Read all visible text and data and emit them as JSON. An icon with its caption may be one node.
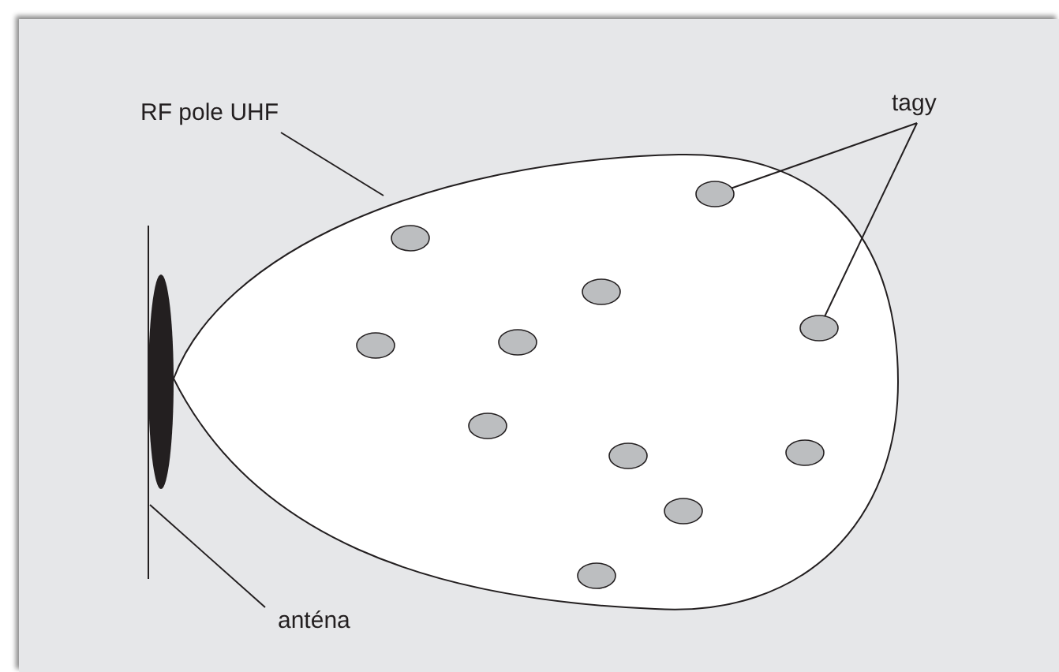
{
  "diagram": {
    "nodes": [
      {
        "text": [
          "RF pole UHF"
        ]
      },
      {
        "text": [
          "tagy"
        ]
      },
      {
        "text": [],
        "shape": "ellipse"
      },
      {
        "text": [],
        "shape": "circle",
        "in": 2
      },
      {
        "text": [],
        "shape": "circle",
        "in": 2
      },
      {
        "text": [],
        "shape": "circle",
        "in": 2
      },
      {
        "text": [],
        "shape": "circle",
        "in": 2
      },
      {
        "text": [],
        "shape": "circle",
        "in": 2
      },
      {
        "text": [],
        "shape": "circle",
        "in": 2
      },
      {
        "text": [],
        "shape": "circle",
        "in": 2
      },
      {
        "text": [],
        "shape": "circle",
        "in": 2
      },
      {
        "text": [],
        "shape": "circle",
        "in": 2
      },
      {
        "text": [],
        "shape": "circle",
        "in": 2
      },
      {
        "text": [],
        "shape": "circle",
        "in": 2
      },
      {
        "text": [],
        "shape": "bar"
      },
      {
        "text": [
          "anténa"
        ]
      }
    ],
    "edges": [
      {
        "from": 0,
        "to": 2,
        "arrow": "none"
      },
      {
        "from": 1,
        "to": 3,
        "arrow": "none"
      },
      {
        "from": 1,
        "to": 6,
        "arrow": "none"
      },
      {
        "from": 15,
        "to": 14,
        "arrow": "none"
      }
    ]
  }
}
